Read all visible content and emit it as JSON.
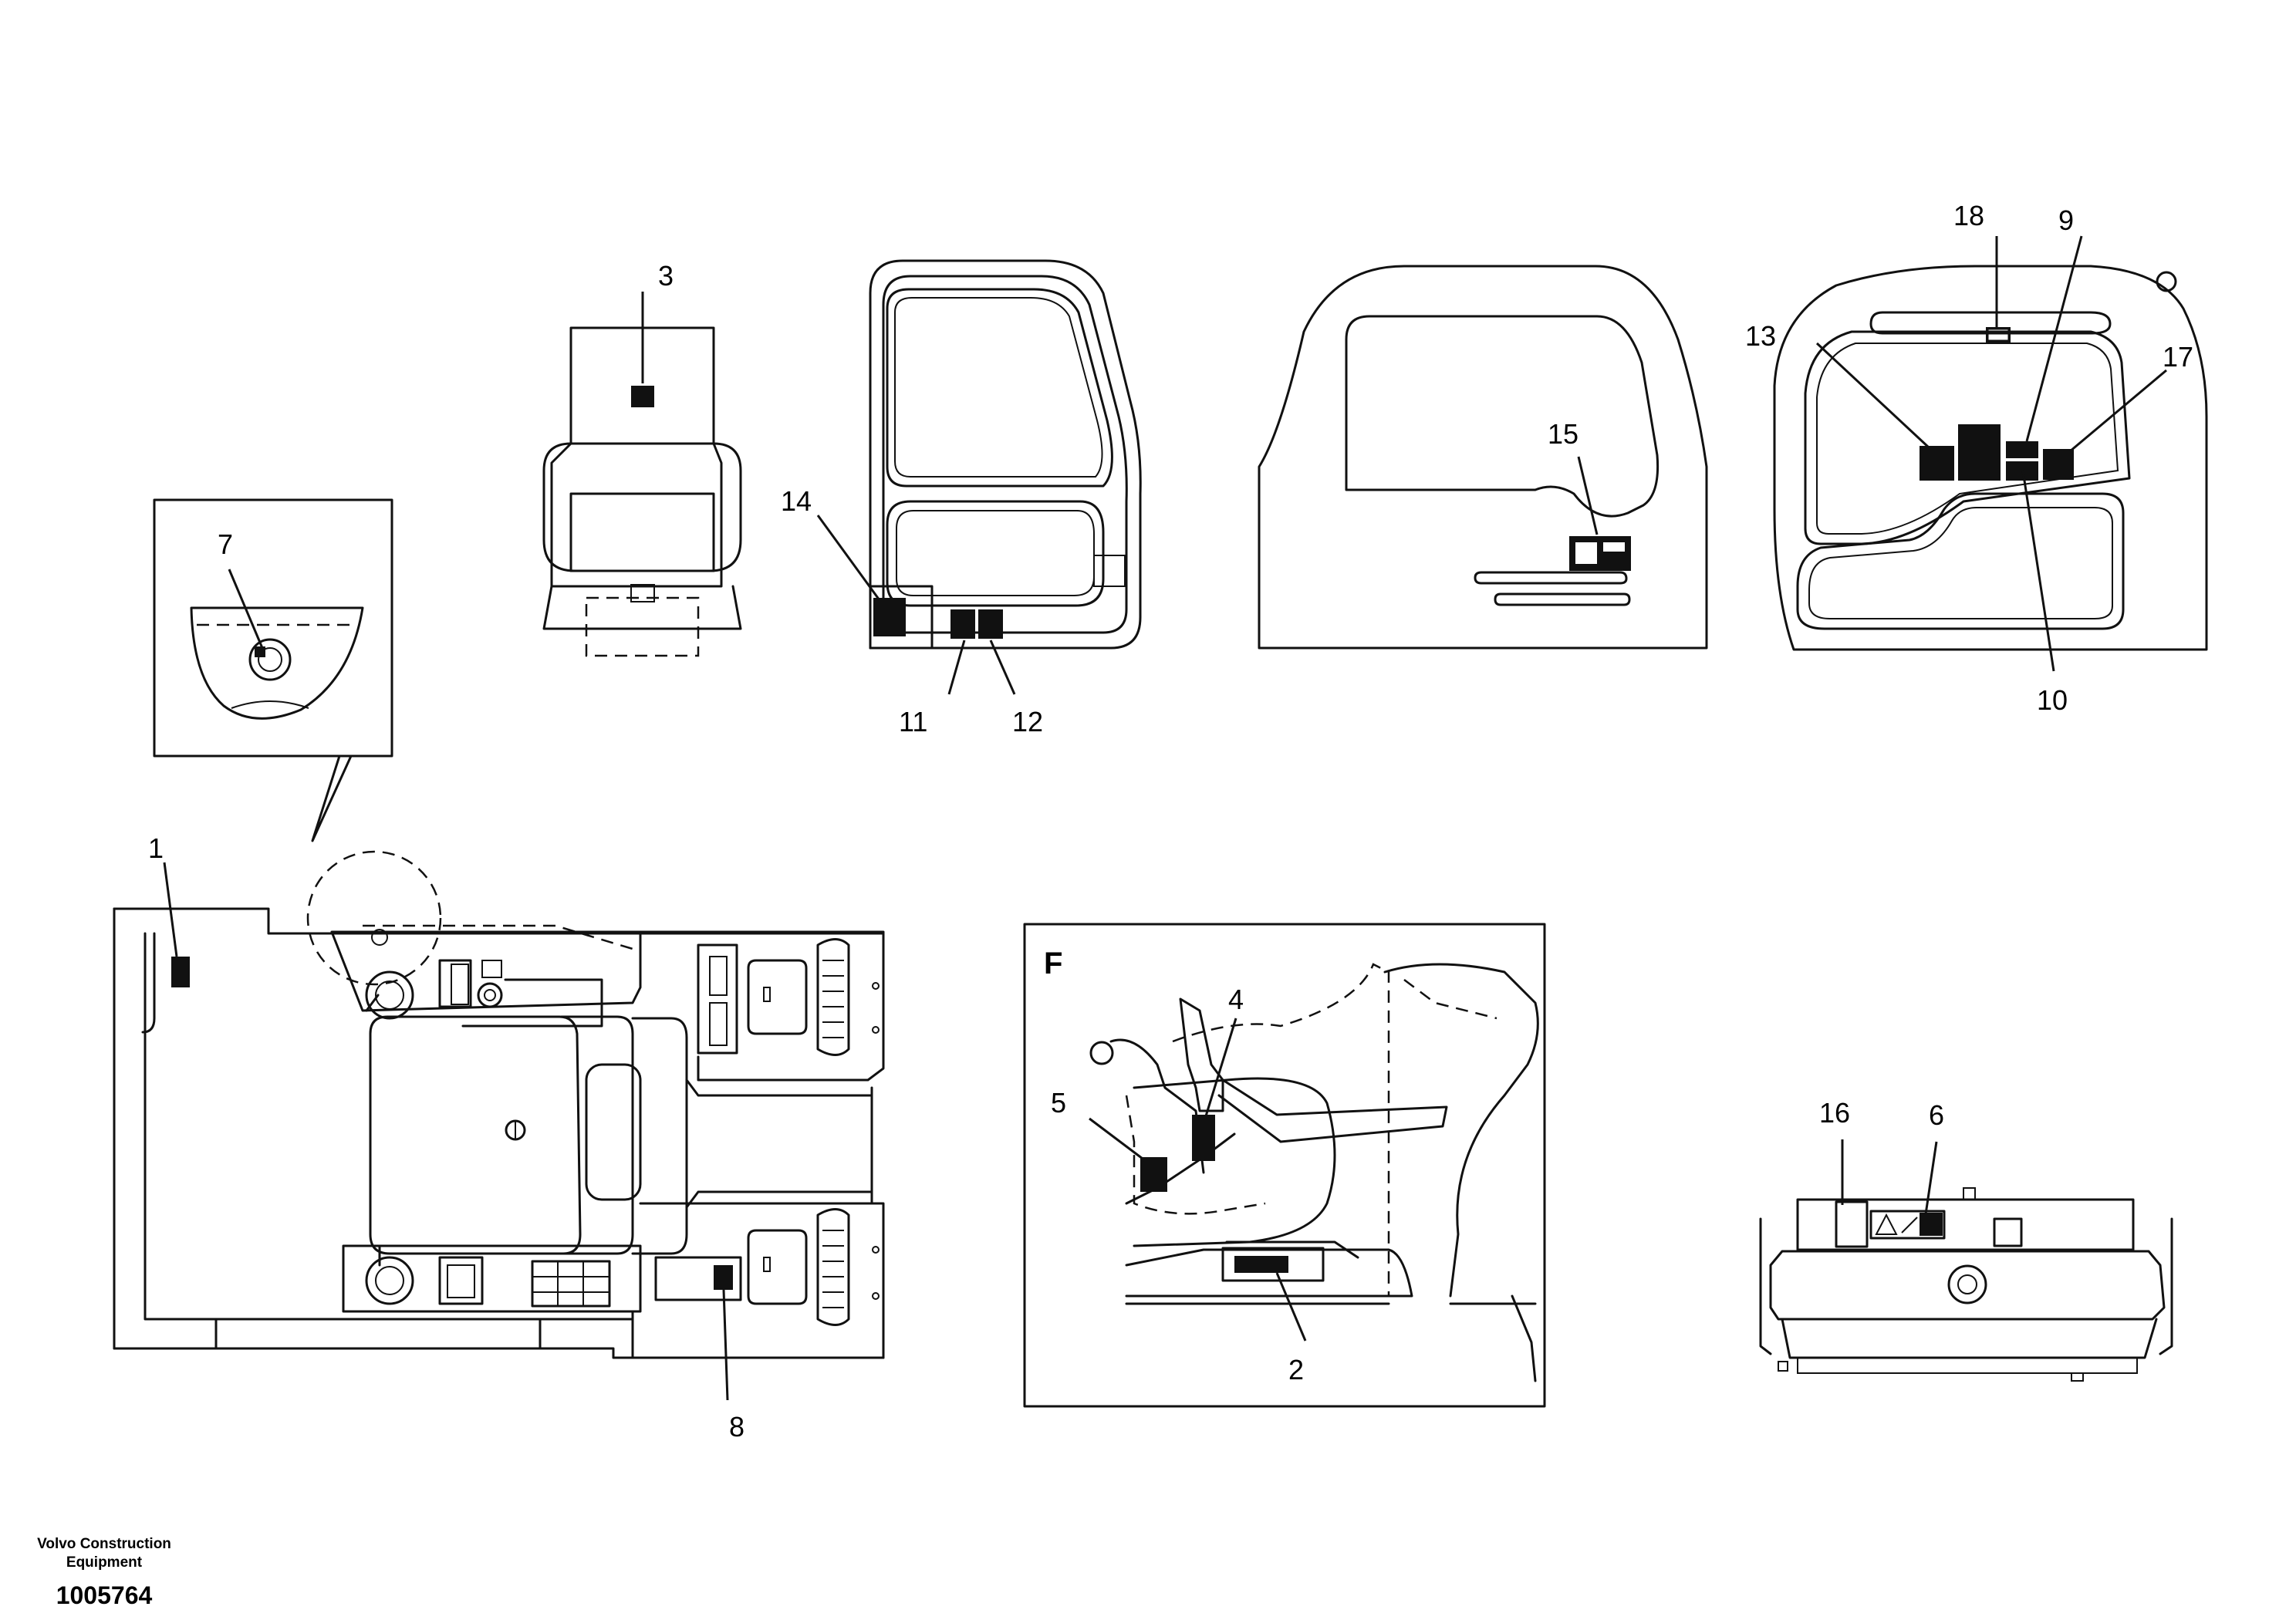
{
  "diagram": {
    "callouts": {
      "n1": "1",
      "n2": "2",
      "n3": "3",
      "n4": "4",
      "n5": "5",
      "n6": "6",
      "n7": "7",
      "n8": "8",
      "n9": "9",
      "n10": "10",
      "n11": "11",
      "n12": "12",
      "n13": "13",
      "n14": "14",
      "n15": "15",
      "n16": "16",
      "n17": "17",
      "n18": "18"
    },
    "detail_view_letter": "F"
  },
  "footer": {
    "company_line1": "Volvo Construction",
    "company_line2": "Equipment",
    "document_number": "1005764"
  }
}
